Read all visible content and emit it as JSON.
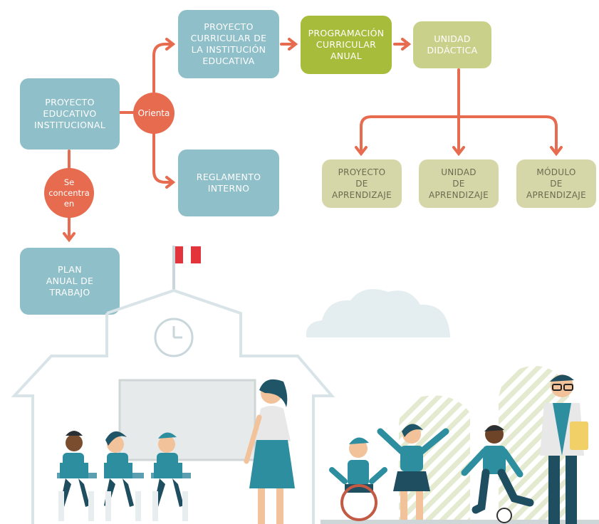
{
  "diagram": {
    "nodes": {
      "pei": "PROYECTO\nEDUCATIVO\nINSTITUCIONAL",
      "pcie": "PROYECTO\nCURRICULAR DE\nLA INSTITUCIÓN\nEDUCATIVA",
      "pca": "PROGRAMACIÓN\nCURRICULAR\nANUAL",
      "ud": "UNIDAD\nDIDÁCTICA",
      "ri": "REGLAMENTO\nINTERNO",
      "pat": "PLAN\nANUAL DE\nTRABAJO",
      "pa": "PROYECTO\nDE\nAPRENDIZAJE",
      "ua": "UNIDAD\nDE\nAPRENDIZAJE",
      "ma": "MÓDULO\nDE\nAPRENDIZAJE"
    },
    "connectors": {
      "orienta": "Orienta",
      "se_concentra": "Se\nconcentra\nen"
    }
  },
  "colors": {
    "teal": "#8fbfc8",
    "olive_dark": "#a7bc3b",
    "olive_light": "#c9d08a",
    "tan": "#d6d7a9",
    "arrow": "#e76b4f"
  },
  "illustration": {
    "scene": "school",
    "icons": [
      "peru-flag-icon",
      "clock-icon",
      "cloud-icon"
    ]
  }
}
